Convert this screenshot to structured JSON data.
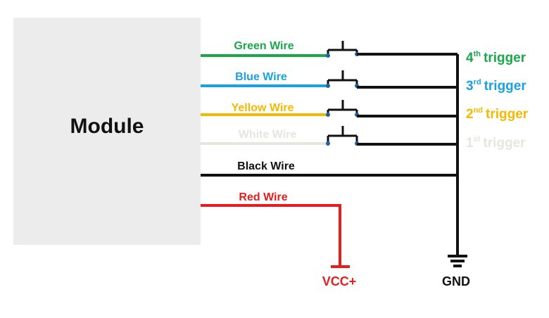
{
  "module": {
    "label": "Module"
  },
  "wires": [
    {
      "id": "green",
      "label": "Green Wire",
      "color": "#1aa84a"
    },
    {
      "id": "blue",
      "label": "Blue Wire",
      "color": "#1ba1e2"
    },
    {
      "id": "yellow",
      "label": "Yellow Wire",
      "color": "#f5b800"
    },
    {
      "id": "white",
      "label": "White Wire",
      "color": "#e6e6dc"
    },
    {
      "id": "black",
      "label": "Black Wire",
      "color": "#111111"
    },
    {
      "id": "red",
      "label": "Red Wire",
      "color": "#e81c1c"
    }
  ],
  "triggers": [
    {
      "num": "4",
      "sup": "th",
      "text": "trigger",
      "color": "#1aa84a"
    },
    {
      "num": "3",
      "sup": "rd",
      "text": "trigger",
      "color": "#1ba1e2"
    },
    {
      "num": "2",
      "sup": "nd",
      "text": "trigger",
      "color": "#f5b800"
    },
    {
      "num": "1",
      "sup": "st",
      "text": "trigger",
      "color": "#e6e6dc"
    }
  ],
  "vcc": {
    "label": "VCC+",
    "color": "#e81c1c"
  },
  "gnd": {
    "label": "GND",
    "color": "#111111"
  },
  "colors": {
    "module_fill": "#ececec",
    "switch": "#111111",
    "contact_dot": "#1f5fa8"
  }
}
